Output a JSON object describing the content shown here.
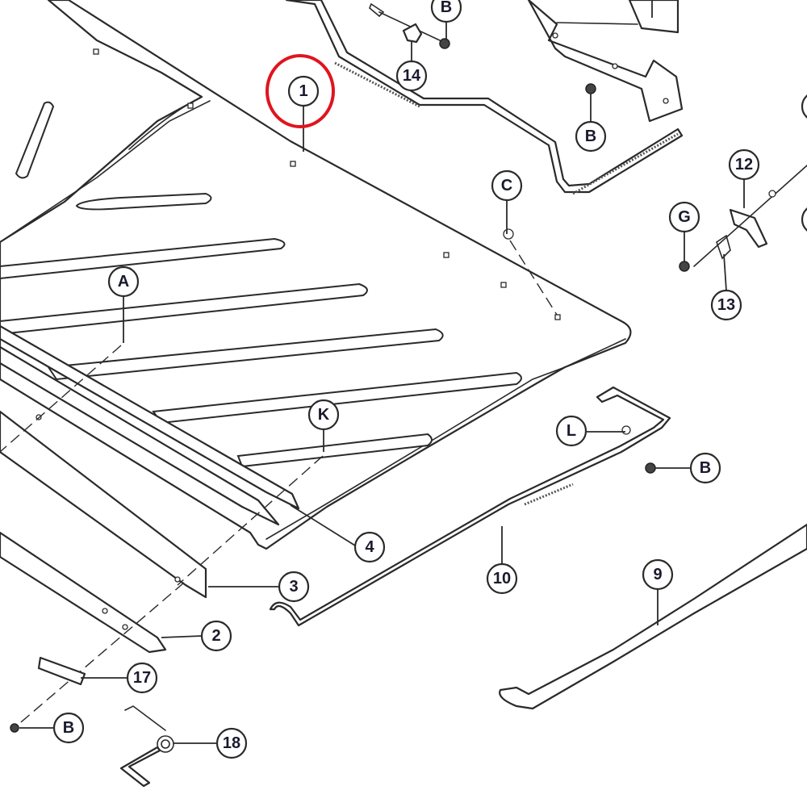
{
  "callouts": {
    "c1": "1",
    "c2": "2",
    "c3": "3",
    "c4": "4",
    "c9": "9",
    "c10": "10",
    "c12": "12",
    "c13": "13",
    "c14": "14",
    "c17": "17",
    "c18": "18",
    "cA": "A",
    "cB_top": "B",
    "cB_bracket": "B",
    "cB_right": "B",
    "cB_bottom": "B",
    "cC": "C",
    "cG": "G",
    "cK": "K",
    "cL": "L"
  },
  "highlight": {
    "target": "1",
    "color": "#e0141e"
  },
  "colors": {
    "line": "#2a2a2a",
    "label_text": "#1a1a2e",
    "background": "#ffffff"
  }
}
